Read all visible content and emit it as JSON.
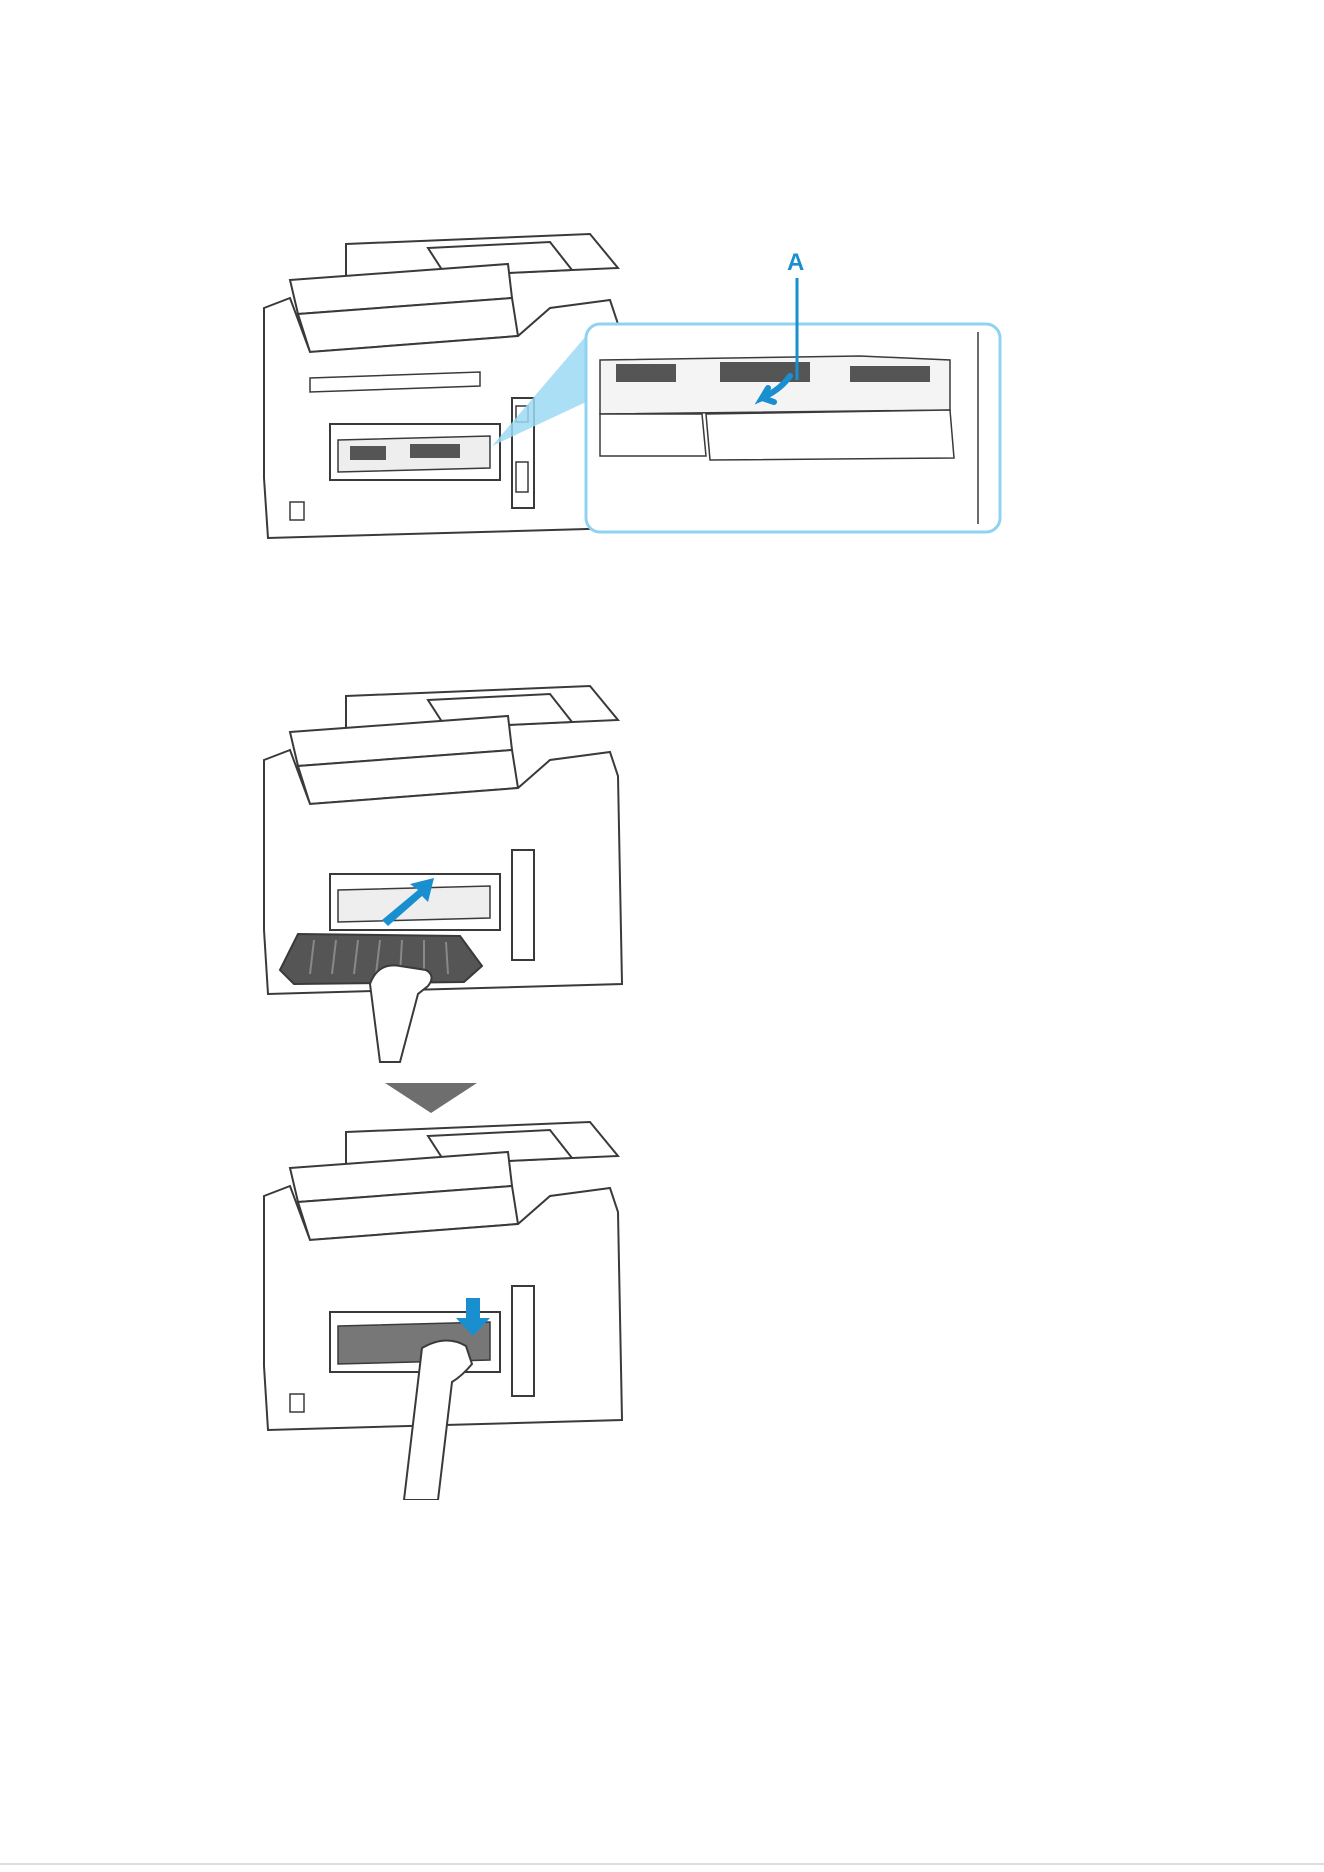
{
  "figures": [
    {
      "id": "fig1",
      "callout": {
        "label": "A"
      }
    },
    {
      "id": "fig2"
    },
    {
      "id": "fig3"
    }
  ],
  "colors": {
    "accent": "#1a8fd0",
    "callout_border": "#8fd3f0",
    "step_arrow": "#6e6e6e",
    "outline": "#3a3a3a",
    "dark_part": "#555555"
  },
  "icons": {
    "push_arrow": "arrow-up-right-icon",
    "press_arrow": "arrow-down-icon",
    "step_arrow": "triangle-down-icon",
    "lever_arrow": "curved-arrow-down-icon"
  }
}
